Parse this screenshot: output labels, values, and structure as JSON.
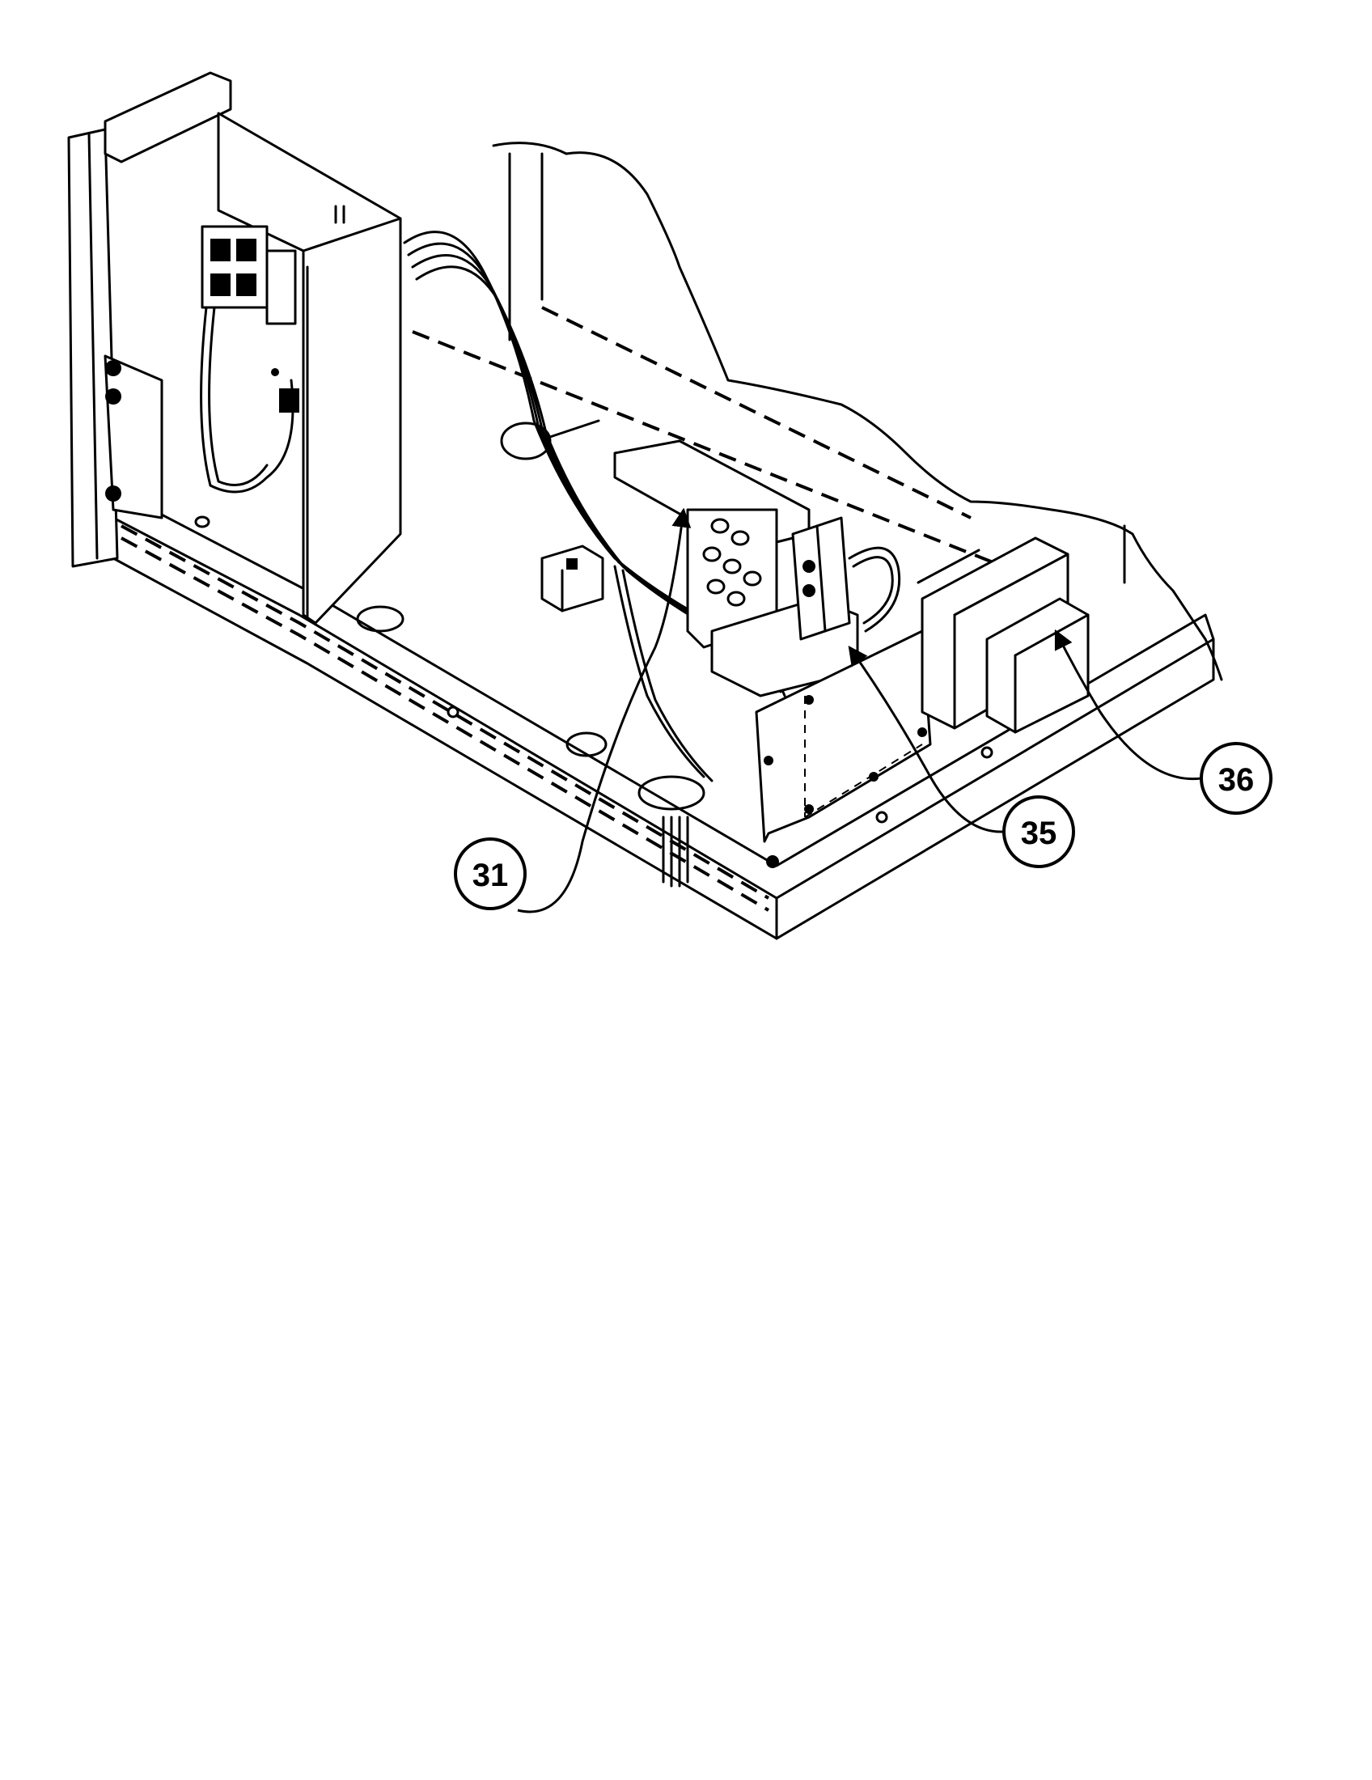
{
  "callouts": [
    {
      "id": "callout-31",
      "label": "31"
    },
    {
      "id": "callout-35",
      "label": "35"
    },
    {
      "id": "callout-36",
      "label": "36"
    }
  ]
}
